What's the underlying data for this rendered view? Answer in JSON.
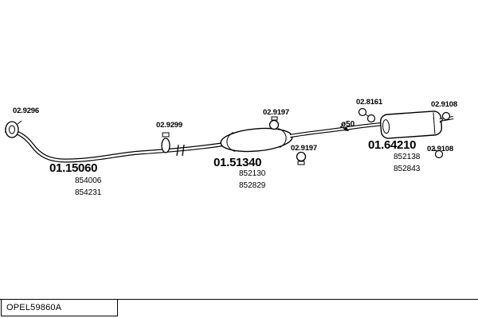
{
  "diagram": {
    "front_flange": {
      "ref": "02.9296"
    },
    "front_clamp": {
      "ref": "02.9299"
    },
    "front_section": {
      "code": "01.15060",
      "part_1": "854006",
      "part_2": "854231"
    },
    "middle_muffler": {
      "code": "01.51340",
      "part_1": "852130",
      "part_2": "852829"
    },
    "clamp_top": {
      "ref": "02.9197"
    },
    "clamp_mid": {
      "ref": "02.9197"
    },
    "pipe_note": {
      "diameter": "ø50"
    },
    "hanger": {
      "ref": "02.8161"
    },
    "rear_muffler": {
      "code": "01.64210",
      "part_1": "852138",
      "part_2": "852843"
    },
    "bracket_top": {
      "ref": "02.9108"
    },
    "bracket_bottom": {
      "ref": "02.9108"
    }
  },
  "footer": {
    "drawing_code": "OPEL59860A"
  }
}
